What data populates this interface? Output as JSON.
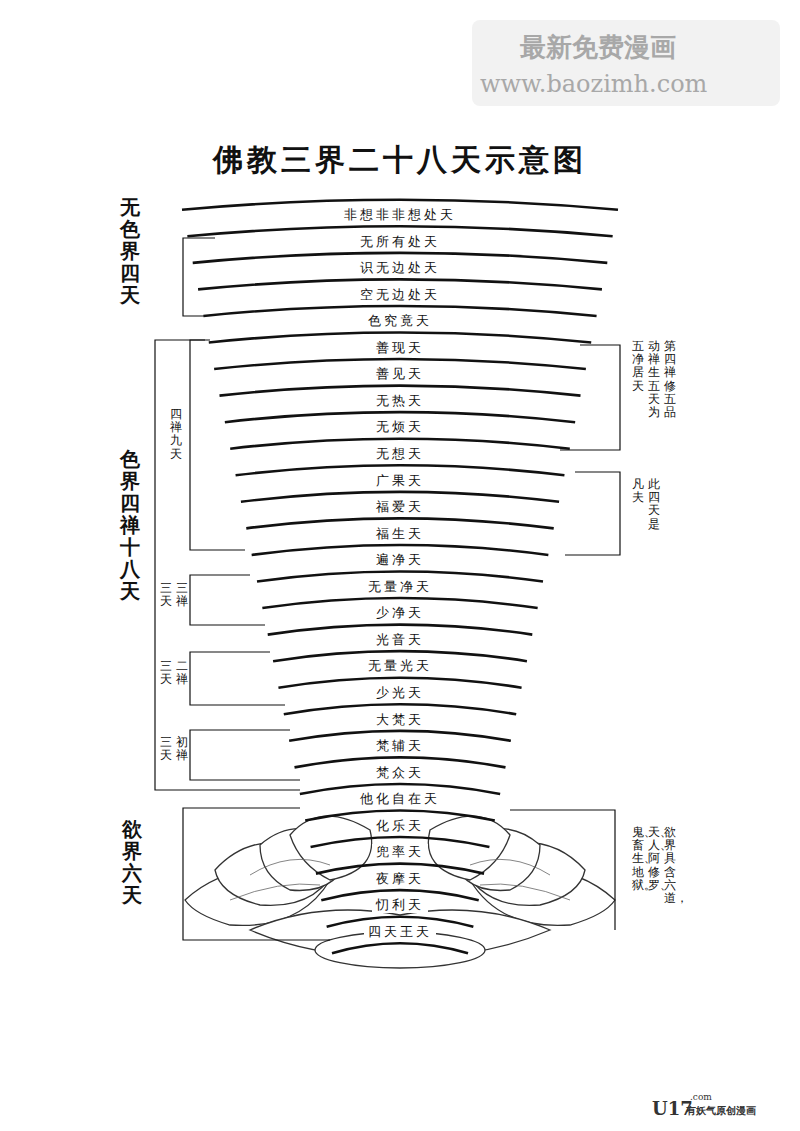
{
  "diagram": {
    "title": "佛教三界二十八天示意图",
    "nodes": [
      {
        "text": [
          "非想非非想处天"
        ]
      },
      {
        "text": [
          "无所有处天"
        ]
      },
      {
        "text": [
          "识无边处天"
        ]
      },
      {
        "text": [
          "空无边处天"
        ]
      },
      {
        "text": [
          "色究竟天"
        ]
      },
      {
        "text": [
          "善现天"
        ]
      },
      {
        "text": [
          "善见天"
        ]
      },
      {
        "text": [
          "无热天"
        ]
      },
      {
        "text": [
          "无烦天"
        ]
      },
      {
        "text": [
          "无想天"
        ]
      },
      {
        "text": [
          "广果天"
        ]
      },
      {
        "text": [
          "福爱天"
        ]
      },
      {
        "text": [
          "福生天"
        ]
      },
      {
        "text": [
          "遍净天"
        ]
      },
      {
        "text": [
          "无量净天"
        ]
      },
      {
        "text": [
          "少净天"
        ]
      },
      {
        "text": [
          "光音天"
        ]
      },
      {
        "text": [
          "无量光天"
        ]
      },
      {
        "text": [
          "少光天"
        ]
      },
      {
        "text": [
          "大梵天"
        ]
      },
      {
        "text": [
          "梵辅天"
        ]
      },
      {
        "text": [
          "梵众天"
        ]
      },
      {
        "text": [
          "他化自在天"
        ]
      },
      {
        "text": [
          "化乐天"
        ]
      },
      {
        "text": [
          "兜率天"
        ]
      },
      {
        "text": [
          "夜摩天"
        ]
      },
      {
        "text": [
          "忉利天"
        ]
      },
      {
        "text": [
          "四天王天"
        ]
      }
    ],
    "labels": [
      "无色界四天",
      "色界四禅十八天",
      "四禅九天",
      "三禅",
      "三天",
      "二禅",
      "三天",
      "初禅",
      "三天",
      "欲界六天",
      "第四禅修五品",
      "动禅生五天为",
      "五净居天",
      "此四天是",
      "凡夫",
      "欲界具含六道，",
      "天、人、阿修罗、",
      "鬼、畜生、地狱。",
      "最新免费漫画",
      "www.baozimh.com",
      "U17",
      ".com",
      "有妖气原创漫画"
    ]
  }
}
